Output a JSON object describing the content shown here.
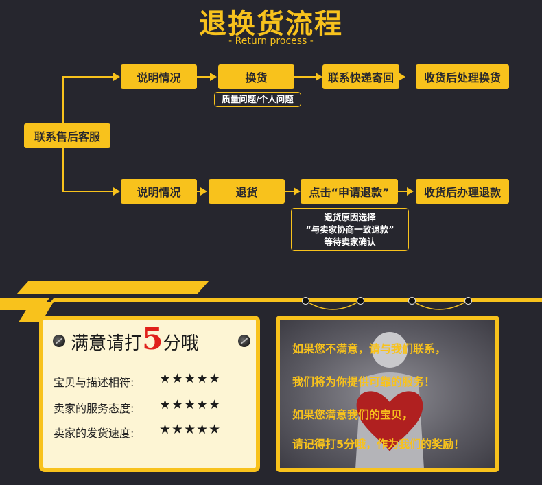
{
  "header": {
    "title": "退换货流程",
    "subtitle": "- Return process -"
  },
  "flow": {
    "start": "联系售后客服",
    "exchange": {
      "step1": "说明情况",
      "step2": "换货",
      "step2_note": "质量问题/个人问题",
      "step3": "联系快递寄回",
      "step4": "收货后处理换货"
    },
    "refund": {
      "step1": "说明情况",
      "step2": "退货",
      "step3": "点击“申请退款”",
      "step3_note_lines": [
        "退货原因选择",
        "“与卖家协商一致退款”",
        "等待卖家确认"
      ],
      "step4": "收货后办理退款"
    }
  },
  "rating": {
    "title_before": "满意请打",
    "title_number": "5",
    "title_after": "分哦",
    "rows": [
      {
        "label": "宝贝与描述相符:",
        "stars": "★★★★★"
      },
      {
        "label": "卖家的服务态度:",
        "stars": "★★★★★"
      },
      {
        "label": "卖家的发货速度:",
        "stars": "★★★★★"
      }
    ]
  },
  "message": {
    "lines": [
      "如果您不满意，请与我们联系，",
      "我们将为你提供可靠的服务！",
      "如果您满意我们的宝贝，",
      "请记得打5分哦，作为我们的奖励！"
    ]
  },
  "colors": {
    "background": "#26262e",
    "accent": "#f8c21c",
    "highlight_number": "#e0201a"
  }
}
